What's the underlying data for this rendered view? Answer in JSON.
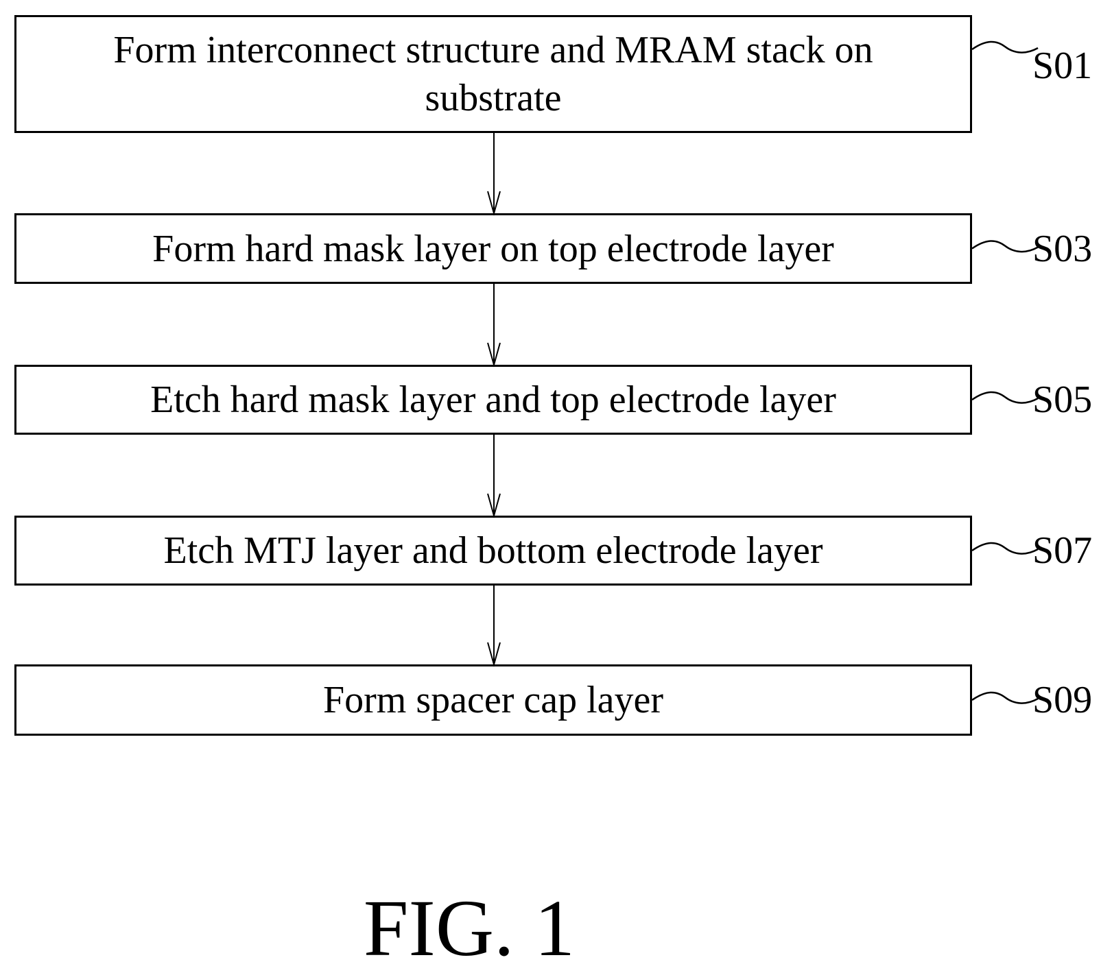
{
  "diagram": {
    "type": "flowchart",
    "steps": [
      {
        "id": "S01",
        "text": "Form interconnect structure and MRAM stack on substrate"
      },
      {
        "id": "S03",
        "text": "Form hard mask layer on top electrode layer"
      },
      {
        "id": "S05",
        "text": "Etch hard mask layer and top electrode layer"
      },
      {
        "id": "S07",
        "text": "Etch MTJ layer and bottom electrode layer"
      },
      {
        "id": "S09",
        "text": "Form spacer cap layer"
      }
    ],
    "edges": [
      [
        "S01",
        "S03"
      ],
      [
        "S03",
        "S05"
      ],
      [
        "S05",
        "S07"
      ],
      [
        "S07",
        "S09"
      ]
    ],
    "caption": "FIG. 1"
  }
}
